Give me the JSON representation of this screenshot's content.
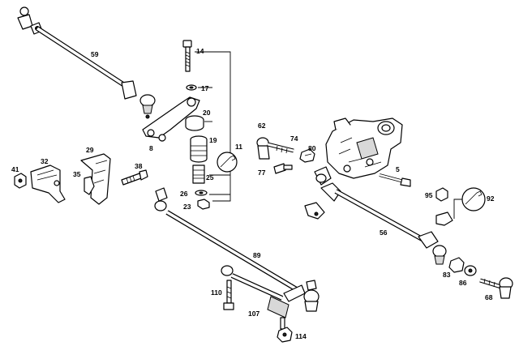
{
  "callouts": {
    "c59": "59",
    "c14": "14",
    "c17": "17",
    "c20": "20",
    "c8": "8",
    "c19": "19",
    "c11": "11",
    "c25": "25",
    "c26": "26",
    "c23": "23",
    "c62": "62",
    "c74": "74",
    "c80": "80",
    "c77": "77",
    "c5": "5",
    "c95": "95",
    "c92": "92",
    "c56": "56",
    "c41": "41",
    "c32": "32",
    "c29": "29",
    "c35": "35",
    "c38": "38",
    "c89": "89",
    "c83": "83",
    "c86": "86",
    "c68": "68",
    "c110": "110",
    "c107": "107",
    "c114": "114"
  }
}
